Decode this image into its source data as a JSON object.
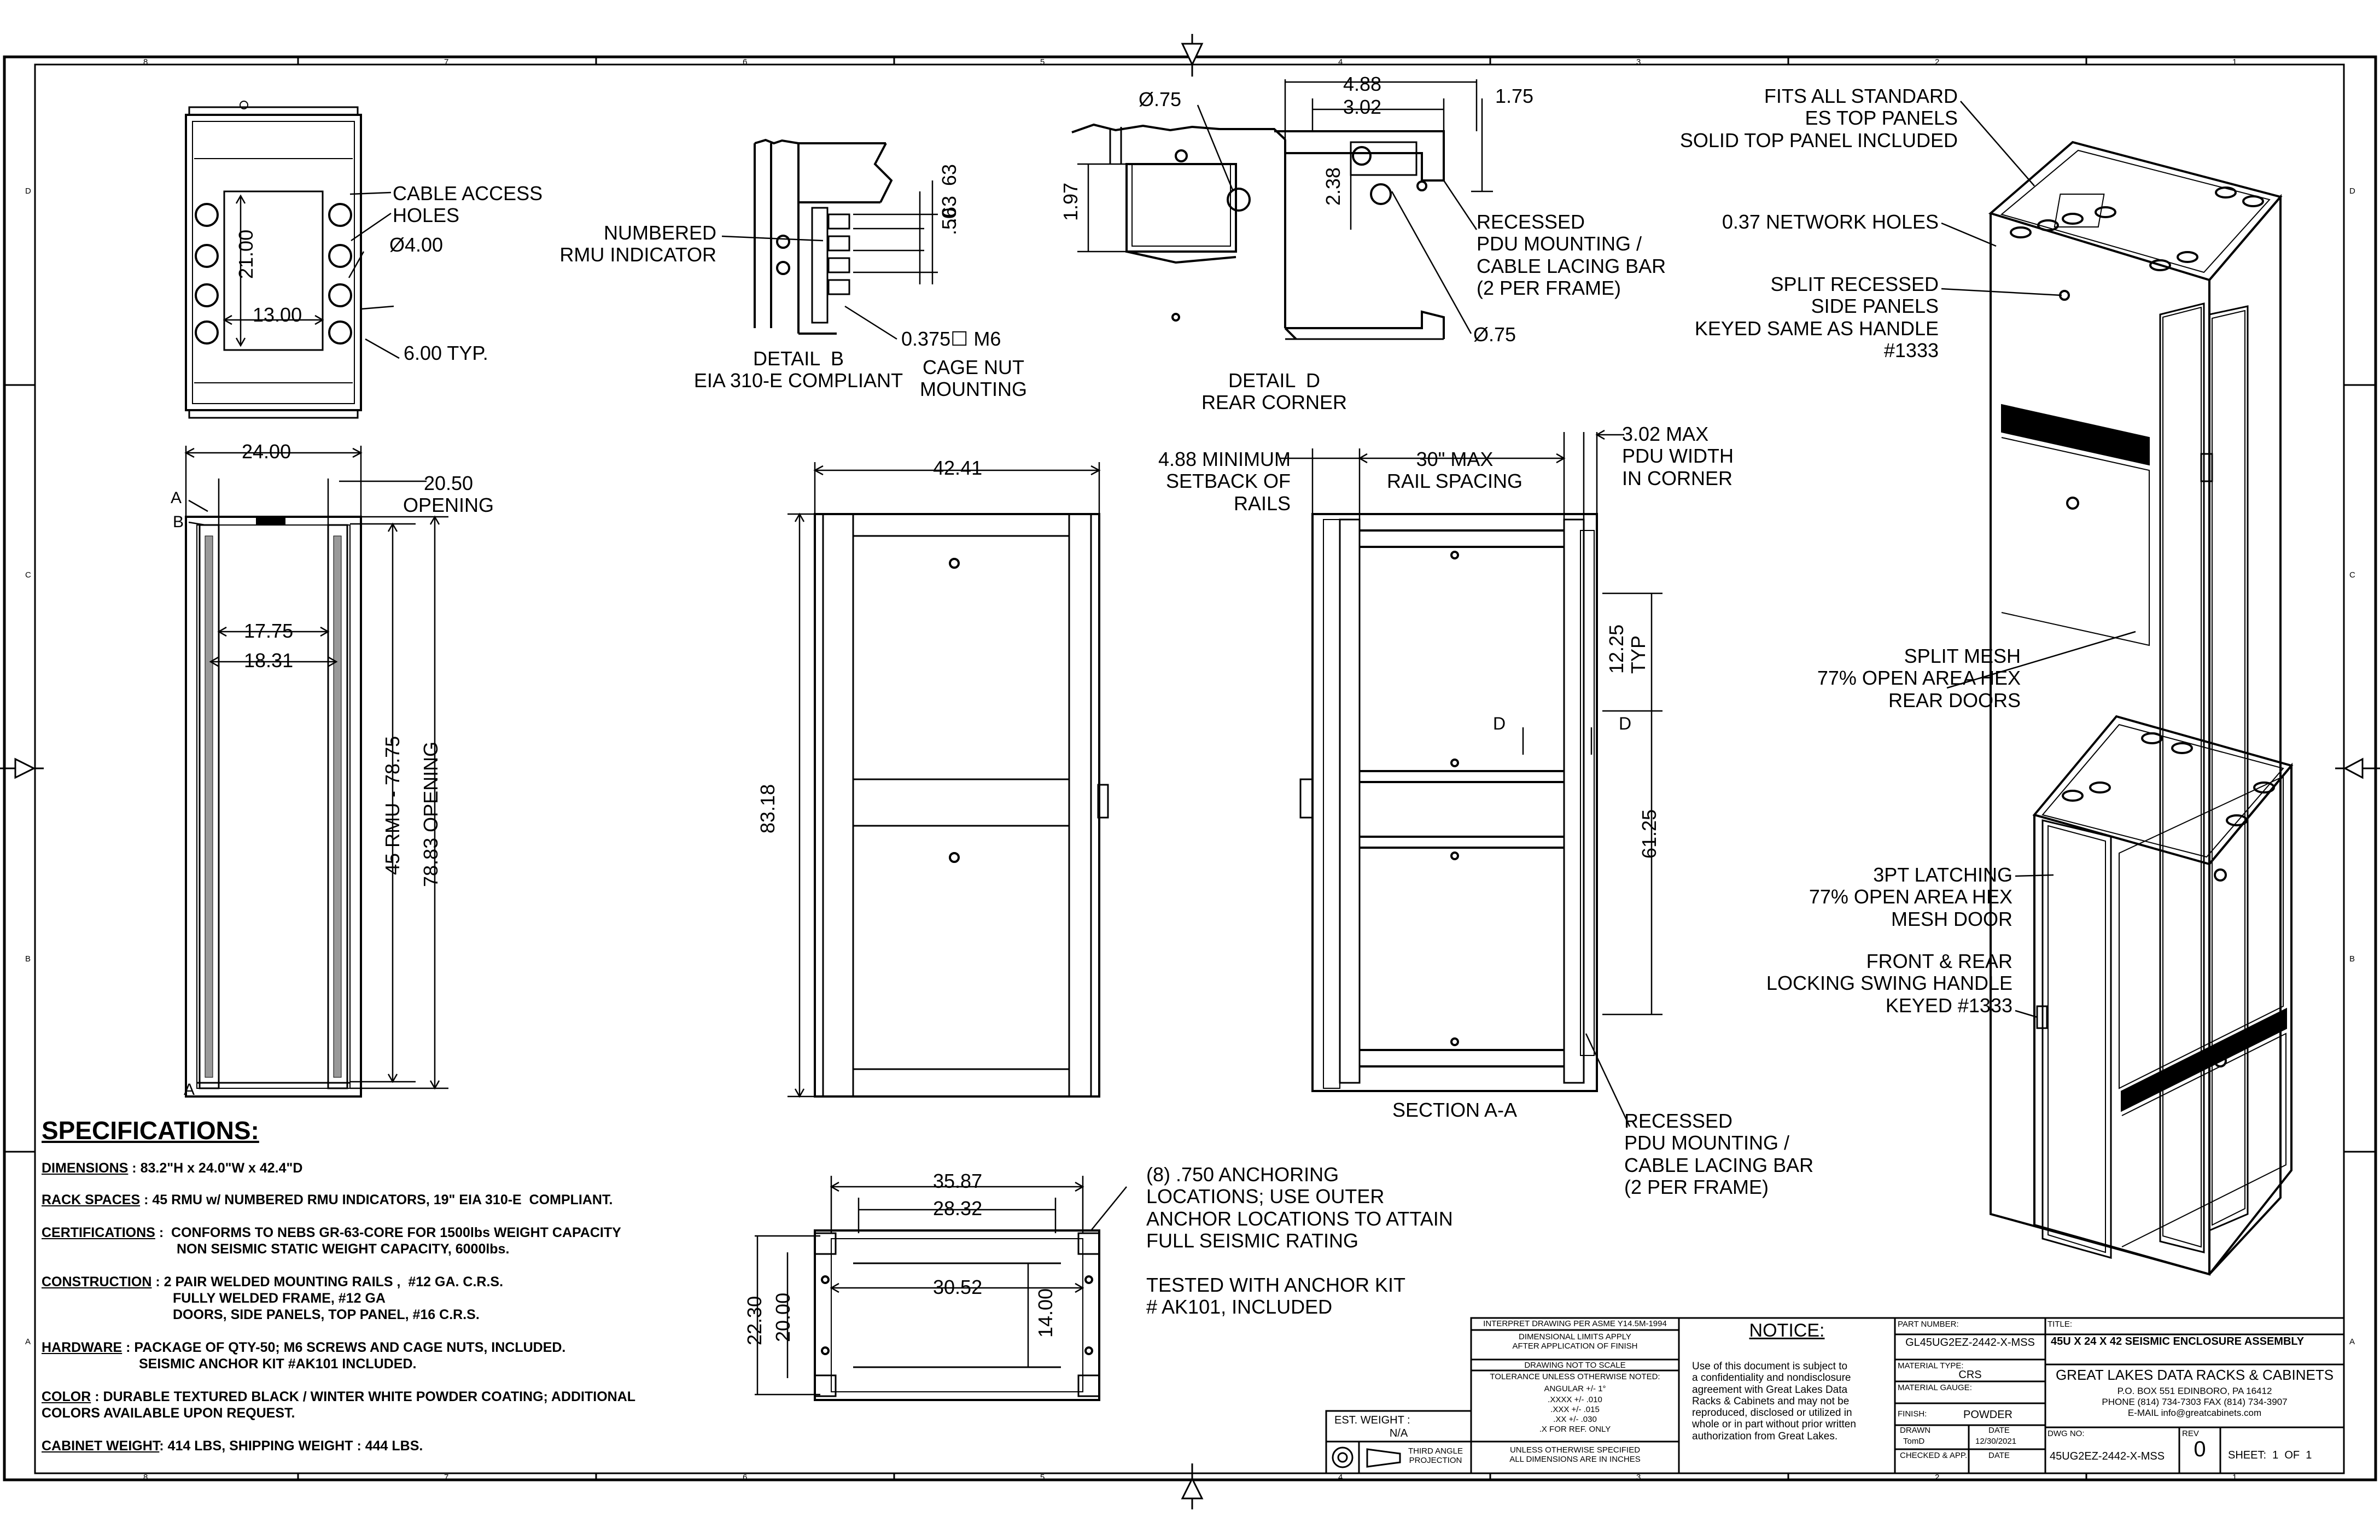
{
  "border": {
    "columns": [
      "8",
      "7",
      "6",
      "5",
      "4",
      "3",
      "2",
      "1"
    ],
    "rows": [
      "D",
      "C",
      "B",
      "A"
    ]
  },
  "plan_view": {
    "callout_cable": "CABLE ACCESS\nHOLES",
    "hole_dia": "Ø4.00",
    "typ": "6.00 TYP.",
    "dim_21": "21.00",
    "dim_13": "13.00"
  },
  "detail_b": {
    "numbered": "NUMBERED\nRMU INDICATOR",
    "dim_63a": "63",
    "dim_63b": ".63",
    "dim_50": ".50",
    "cage": "0.375☐ M6",
    "cage2": "CAGE NUT\nMOUNTING",
    "title": "DETAIL  B\nEIA 310-E COMPLIANT"
  },
  "detail_d": {
    "dia1": "Ø.75",
    "dim_488": "4.88",
    "dim_302": "3.02",
    "dim_175": "1.75",
    "dim_197": "1.97",
    "dim_238": "2.38",
    "pdu": "RECESSED\nPDU MOUNTING /\nCABLE LACING BAR\n(2 PER FRAME)",
    "dia2": "Ø.75",
    "title": "DETAIL  D\nREAR CORNER"
  },
  "iso_top": {
    "fits": "FITS ALL STANDARD\nES TOP PANELS\nSOLID TOP PANEL INCLUDED",
    "network": "0.37 NETWORK HOLES",
    "split_side": "SPLIT RECESSED\nSIDE PANELS\nKEYED SAME AS HANDLE\n#1333",
    "split_mesh": "SPLIT MESH\n77% OPEN AREA HEX\nREAR DOORS"
  },
  "iso_bottom": {
    "latch": "3PT LATCHING\n77% OPEN AREA HEX\nMESH DOOR",
    "handle": "FRONT & REAR\nLOCKING SWING HANDLE\nKEYED #1333"
  },
  "front_view": {
    "w24": "24.00",
    "opening": "20.50\nOPENING",
    "d1775": "17.75",
    "d1831": "18.31",
    "rmu": "45 RMU - 78.75",
    "open7883": "78.83 OPENING",
    "mark_a": "A",
    "mark_b": "B",
    "mark_a2": "A"
  },
  "side_view": {
    "w": "42.41",
    "h": "83.18"
  },
  "section": {
    "setback": "4.88 MINIMUM\nSETBACK OF\nRAILS",
    "rail": "30\" MAX\nRAIL SPACING",
    "pdu_w": "3.02 MAX\nPDU WIDTH\nIN CORNER",
    "typ": "12.25\nTYP",
    "h": "61.25",
    "d_left": "D",
    "d_right": "D",
    "title": "SECTION A-A",
    "pdu": "RECESSED\nPDU MOUNTING /\nCABLE LACING BAR\n(2 PER FRAME)"
  },
  "base_view": {
    "d3587": "35.87",
    "d2832": "28.32",
    "d3052": "30.52",
    "d2230": "22.30",
    "d2000": "20.00",
    "d1400": "14.00",
    "anchor": "(8) .750 ANCHORING\nLOCATIONS; USE OUTER\nANCHOR LOCATIONS TO ATTAIN\nFULL SEISMIC RATING",
    "tested": "TESTED WITH ANCHOR KIT\n# AK101, INCLUDED"
  },
  "specs": {
    "title": "SPECIFICATIONS:",
    "dimensions_k": "DIMENSIONS",
    "dimensions_v": " : 83.2\"H x 24.0\"W x 42.4\"D",
    "rack_k": "RACK SPACES",
    "rack_v": " : 45 RMU w/ NUMBERED RMU INDICATORS, 19\" EIA 310-E  COMPLIANT.",
    "cert_k": "CERTIFICATIONS",
    "cert_v": " :  CONFORMS TO NEBS GR-63-CORE FOR 1500lbs WEIGHT CAPACITY",
    "cert_v2": "NON SEISMIC STATIC WEIGHT CAPACITY, 6000lbs.",
    "cons_k": "CONSTRUCTION",
    "cons_v": " : 2 PAIR WELDED MOUNTING RAILS ,  #12 GA. C.R.S.",
    "cons_v2": "FULLY WELDED FRAME, #12 GA",
    "cons_v3": "DOORS, SIDE PANELS, TOP PANEL, #16 C.R.S.",
    "hw_k": "HARDWARE",
    "hw_v": " : PACKAGE OF QTY-50; M6 SCREWS AND CAGE NUTS, INCLUDED.",
    "hw_v2": "SEISMIC ANCHOR KIT #AK101 INCLUDED.",
    "color_k": "COLOR",
    "color_v": " : DURABLE TEXTURED BLACK / WINTER WHITE POWDER COATING; ADDITIONAL",
    "color_v2": "COLORS AVAILABLE UPON REQUEST.",
    "weight_k": "CABINET WEIGHT",
    "weight_v": ": 414 LBS, SHIPPING WEIGHT : 444 LBS."
  },
  "title_block": {
    "interp": "INTERPRET DRAWING PER ASME Y14.5M-1994",
    "dimlim": "DIMENSIONAL LIMITS APPLY\nAFTER APPLICATION OF FINISH",
    "notscale": "DRAWING NOT TO SCALE",
    "tol": "TOLERANCE UNLESS OTHERWISE NOTED:",
    "ang": "ANGULAR +/- 1°",
    "t4": ".XXXX +/- .010",
    "t3": ".XXX +/- .015",
    "t2": ".XX +/- .030",
    "t1": ".X FOR REF. ONLY",
    "units": "UNLESS OTHERWISE SPECIFIED\nALL DIMENSIONS ARE IN INCHES",
    "est_label": "EST. WEIGHT :",
    "est_val": "N/A",
    "proj": "THIRD ANGLE\nPROJECTION",
    "notice_title": "NOTICE:",
    "notice": "Use of this document is subject to\na confidentiality and nondisclosure\nagreement with Great Lakes Data\nRacks & Cabinets and may not be\nreproduced, disclosed or utilized in\nwhole or in part without prior written\nauthorization from Great Lakes.",
    "part_label": "PART NUMBER:",
    "part": "GL45UG2EZ-2442-X-MSS",
    "mat_label": "MATERIAL TYPE:",
    "mat": "CRS",
    "gauge_label": "MATERIAL GAUGE:",
    "finish_label": "FINISH:",
    "finish": "POWDER",
    "drawn_label": "DRAWN",
    "drawn": "TomD",
    "date_label": "DATE",
    "date": "12/30/2021",
    "checked_label": "CHECKED & APP.",
    "date_label2": "DATE",
    "title_label": "TITLE:",
    "title": "45U X 24 X 42 SEISMIC ENCLOSURE ASSEMBLY",
    "company": "GREAT LAKES DATA RACKS & CABINETS",
    "addr1": "P.O. BOX 551 EDINBORO, PA 16412",
    "addr2": "PHONE (814) 734-7303 FAX (814) 734-3907",
    "addr3": "E-MAIL info@greatcabinets.com",
    "dwg_label": "DWG NO:",
    "dwg": "45UG2EZ-2442-X-MSS",
    "rev_label": "REV",
    "rev": "0",
    "sheet": "SHEET:  1  OF  1"
  }
}
